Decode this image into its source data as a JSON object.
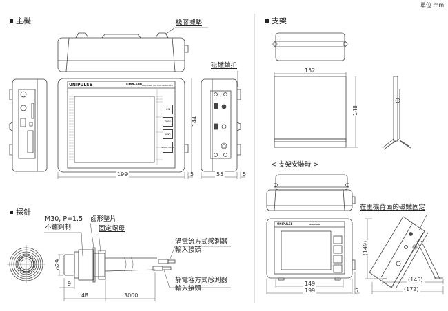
{
  "unit_label": "單位 mm",
  "sections": {
    "main_unit": {
      "title": "主機",
      "callouts": {
        "rubber_pad": "橡膠襯墊",
        "magnet_latch": "磁鐵鎖扣"
      },
      "front_panel": {
        "brand": "UNIPULSE",
        "model": "UMA-500",
        "model_desc": "PORTABLE MOTION ANALYZER",
        "buttons": [
          "ON",
          "ZERO",
          "SAVE",
          "START/STOP"
        ]
      },
      "dimensions": {
        "width": "199",
        "height": "144",
        "side_offset": "5",
        "depth": "55",
        "depth_offset": "5"
      }
    },
    "stand": {
      "title": "支架",
      "dimensions": {
        "width": "152",
        "height": "148"
      },
      "mounted_label": "< 支架安裝時 >",
      "mounted_callout": "在主機背面的磁鐵固定",
      "mounted_dimensions": {
        "foot_span": "149",
        "width": "199",
        "side_offset": "5",
        "tilt_height": "(149)",
        "base_depth": "(145)",
        "total_depth": "(172)"
      }
    },
    "probe": {
      "title": "探針",
      "callouts": {
        "thread_spec": "M30, P=1.5",
        "material": "不鏽鋼制",
        "toothed_washer": "齒形墊片",
        "fixing_nut": "固定螺母",
        "eddy_connector_l1": "渦電流方式感測器",
        "eddy_connector_l2": "輸入接頭",
        "capacitive_connector_l1": "靜電容方式感測器",
        "capacitive_connector_l2": "輸入接頭"
      },
      "dimensions": {
        "diameter": "φ29",
        "tip_length": "9",
        "body_length": "48",
        "cable_length": "3000"
      }
    }
  }
}
